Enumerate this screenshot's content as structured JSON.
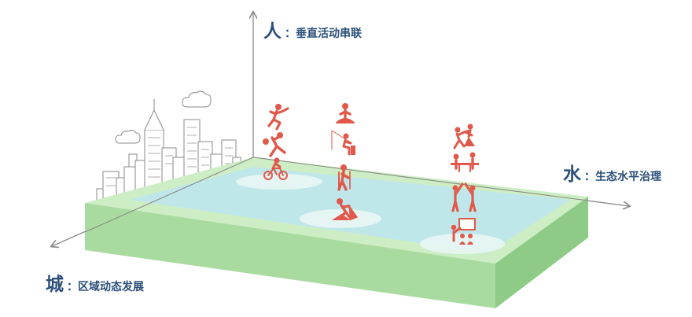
{
  "axes": {
    "people": {
      "char": "人",
      "rest": "：垂直活动串联"
    },
    "water": {
      "char": "水",
      "rest": "：生态水平治理"
    },
    "city": {
      "char": "城",
      "rest": "：区域动态发展"
    }
  },
  "colors": {
    "axis": "#8a8a8a",
    "label": "#2a4f7a",
    "platform_side_front": "#a9dba0",
    "platform_side_right": "#8ecb86",
    "platform_top": "#cdeec4",
    "water": "#bfe7ea",
    "figure": "#e0594a",
    "city_line": "#8a8a8a"
  },
  "icons": [
    "runner-icon",
    "kick-icon",
    "cyclist-icon",
    "meditation-icon",
    "fishing-icon",
    "hiker-icon",
    "digging-icon",
    "dancers-icon",
    "table-conversation-icon",
    "high-five-icon",
    "presentation-icon",
    "city-skyline-icon",
    "cloud-icon"
  ]
}
